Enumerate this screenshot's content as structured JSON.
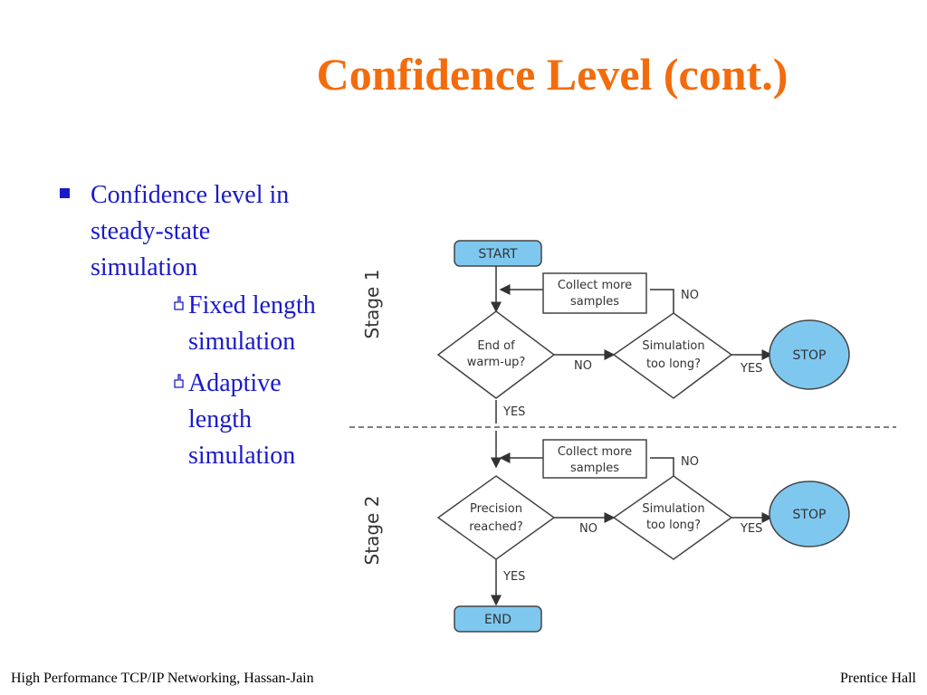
{
  "title": "Confidence Level (cont.)",
  "bullets": {
    "main": "Confidence level in steady-state simulation",
    "subs": [
      "Fixed length simulation",
      "Adaptive length simulation"
    ]
  },
  "diagram": {
    "start": "START",
    "end": "END",
    "stop": "STOP",
    "collect_line1": "Collect more",
    "collect_line2": "samples",
    "stage1": "Stage 1",
    "stage2": "Stage 2",
    "warmup_line1": "End of",
    "warmup_line2": "warm-up?",
    "precision_line1": "Precision",
    "precision_line2": "reached?",
    "sim_line1": "Simulation",
    "sim_line2": "too long?",
    "yes": "YES",
    "no": "NO"
  },
  "footer": {
    "left": "High Performance TCP/IP Networking, Hassan-Jain",
    "right": "Prentice Hall"
  },
  "colors": {
    "title": "#f26c0d",
    "bullets": "#1a1ac8",
    "node_fill": "#7ec8f0"
  }
}
